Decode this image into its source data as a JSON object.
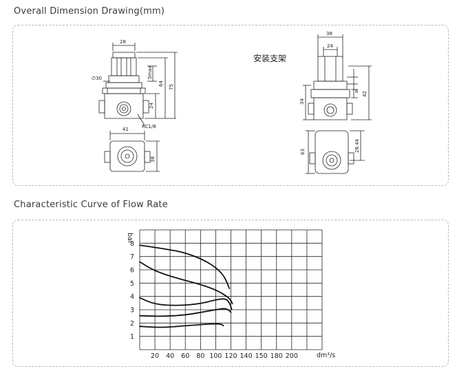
{
  "headings": {
    "dimension": "Overall Dimension Drawing(mm)",
    "flow": "Characteristic Curve of Flow Rate"
  },
  "drawing": {
    "bracket_label": "安装支架",
    "dims": {
      "knob_width": "28",
      "knob_dia": "∅30",
      "stroke": "5max",
      "height_64": "64",
      "height_75": "75",
      "body_24": "24",
      "port": "RC1/8",
      "base_width": "41",
      "base_depth": "38",
      "br_width": "38",
      "br_inner": "24",
      "br_6": "6",
      "br_42": "42",
      "br_34": "34",
      "br_63": "63",
      "br_hole": "28.44"
    }
  },
  "chart_data": {
    "type": "line",
    "ylabel": "bar",
    "xlabel_unit": "dm³/s",
    "x_ticks": [
      20,
      40,
      60,
      80,
      100,
      120,
      140,
      150,
      180,
      200
    ],
    "y_ticks": [
      1,
      2,
      3,
      4,
      5,
      6,
      7,
      8
    ],
    "xlim": [
      0,
      240
    ],
    "ylim": [
      0,
      9
    ],
    "grid": true,
    "series": [
      {
        "values": [
          [
            0,
            7.85
          ],
          [
            30,
            7.6
          ],
          [
            60,
            7.3
          ],
          [
            90,
            6.6
          ],
          [
            110,
            5.7
          ],
          [
            118,
            4.6
          ]
        ]
      },
      {
        "values": [
          [
            0,
            6.6
          ],
          [
            20,
            5.9
          ],
          [
            50,
            5.35
          ],
          [
            80,
            4.9
          ],
          [
            100,
            4.5
          ],
          [
            115,
            4.0
          ],
          [
            120,
            3.7
          ],
          [
            122,
            3.45
          ]
        ]
      },
      {
        "values": [
          [
            0,
            3.9
          ],
          [
            20,
            3.4
          ],
          [
            50,
            3.3
          ],
          [
            80,
            3.45
          ],
          [
            100,
            3.75
          ],
          [
            113,
            3.85
          ],
          [
            118,
            3.55
          ],
          [
            121,
            3.05
          ]
        ]
      },
      {
        "values": [
          [
            0,
            2.55
          ],
          [
            30,
            2.5
          ],
          [
            60,
            2.6
          ],
          [
            85,
            2.85
          ],
          [
            105,
            3.05
          ],
          [
            113,
            3.1
          ],
          [
            118,
            2.95
          ],
          [
            120,
            2.8
          ]
        ]
      },
      {
        "values": [
          [
            0,
            1.75
          ],
          [
            30,
            1.65
          ],
          [
            60,
            1.8
          ],
          [
            85,
            1.9
          ],
          [
            100,
            1.95
          ],
          [
            108,
            1.9
          ],
          [
            110,
            1.8
          ]
        ]
      }
    ]
  }
}
